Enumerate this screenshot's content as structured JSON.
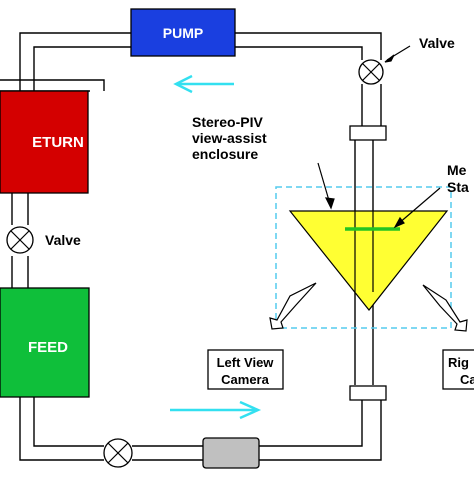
{
  "labels": {
    "pump": "PUMP",
    "return": "ETURN",
    "feed": "FEED",
    "valve_top_right": "Valve",
    "valve_left": "Valve",
    "stereo_line1": "Stereo-PIV",
    "stereo_line2": "view-assist",
    "stereo_line3": "enclosure",
    "meas_line1": "Me",
    "meas_line2": "Sta",
    "left_camera_line1": "Left View",
    "left_camera_line2": "Camera",
    "right_camera_line1": "Rig",
    "right_camera_line2": "Ca"
  },
  "colors": {
    "pump": "#1a3fe0",
    "return": "#d40000",
    "feed": "#0fbf3a",
    "enclosure": "#ffff33",
    "measurement_line": "#22c422",
    "flow_arrow": "#33e0f0",
    "dashed_box": "#55ccee",
    "pipe": "#000000",
    "flowmeter": "#c0c0c0"
  },
  "icons": {
    "valve": "circle-x-valve-icon",
    "flow_arrow": "flow-direction-arrow-icon",
    "camera": "camera-view-arrow-icon"
  }
}
